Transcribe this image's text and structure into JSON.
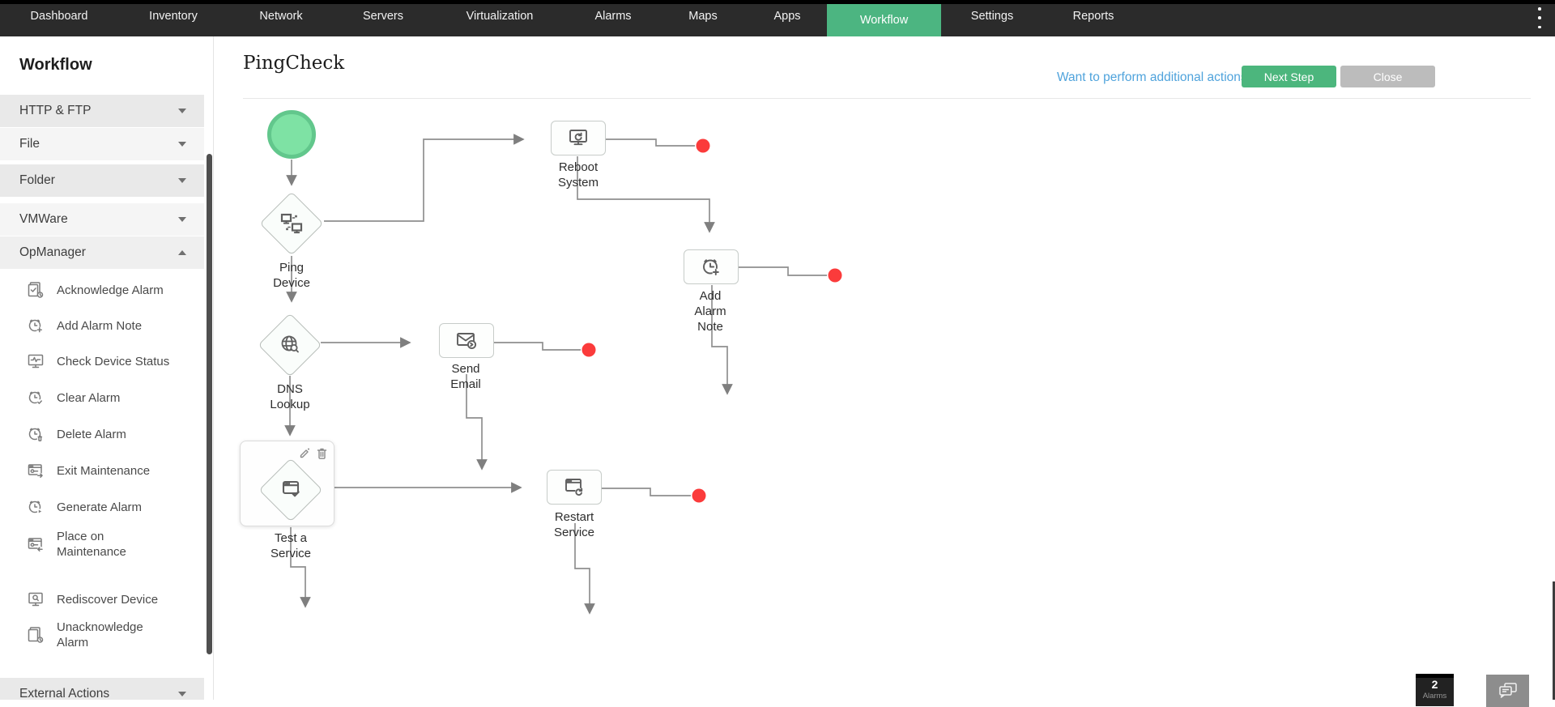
{
  "nav": {
    "items": [
      {
        "label": "Dashboard"
      },
      {
        "label": "Inventory"
      },
      {
        "label": "Network"
      },
      {
        "label": "Servers"
      },
      {
        "label": "Virtualization"
      },
      {
        "label": "Alarms"
      },
      {
        "label": "Maps"
      },
      {
        "label": "Apps"
      },
      {
        "label": "Workflow",
        "active": true
      },
      {
        "label": "Settings"
      },
      {
        "label": "Reports"
      }
    ],
    "overflow_icon": "kebab-menu-icon",
    "colors": {
      "bar": "#2b2b2b",
      "active_bg": "#4cb581"
    }
  },
  "sidebar": {
    "title": "Workflow",
    "accordions": [
      {
        "label": "HTTP & FTP",
        "state": "collapsed"
      },
      {
        "label": "File",
        "state": "collapsed"
      },
      {
        "label": "Folder",
        "state": "collapsed"
      },
      {
        "label": "VMWare",
        "state": "collapsed"
      },
      {
        "label": "OpManager",
        "state": "expanded"
      },
      {
        "label": "External Actions",
        "state": "collapsed"
      }
    ],
    "opmanager_items": [
      {
        "label": "Acknowledge Alarm",
        "icon": "acknowledge-alarm-icon"
      },
      {
        "label": "Add Alarm Note",
        "icon": "add-alarm-note-icon"
      },
      {
        "label": "Check Device Status",
        "icon": "check-device-status-icon"
      },
      {
        "label": "Clear Alarm",
        "icon": "clear-alarm-icon"
      },
      {
        "label": "Delete Alarm",
        "icon": "delete-alarm-icon"
      },
      {
        "label": "Exit Maintenance",
        "icon": "exit-maintenance-icon"
      },
      {
        "label": "Generate Alarm",
        "icon": "generate-alarm-icon"
      },
      {
        "label": "Place on Maintenance",
        "icon": "place-on-maintenance-icon"
      },
      {
        "label": "Rediscover Device",
        "icon": "rediscover-device-icon"
      },
      {
        "label": "Unacknowledge Alarm",
        "icon": "unacknowledge-alarm-icon"
      }
    ]
  },
  "header": {
    "title": "PingCheck",
    "link": "Want to perform additional actions?",
    "next_step_label": "Next Step",
    "close_label": "Close"
  },
  "workflow": {
    "nodes": [
      {
        "id": "start",
        "type": "start-node",
        "label": ""
      },
      {
        "id": "ping-device",
        "type": "check",
        "label": "Ping Device",
        "icon": "ping-device-icon"
      },
      {
        "id": "dns-lookup",
        "type": "check",
        "label": "DNS Lookup",
        "icon": "dns-lookup-icon"
      },
      {
        "id": "test-a-service",
        "type": "check",
        "label": "Test a Service",
        "icon": "test-service-icon",
        "selected": true
      },
      {
        "id": "reboot-system",
        "type": "action",
        "label": "Reboot System",
        "icon": "reboot-system-icon"
      },
      {
        "id": "send-email",
        "type": "action",
        "label": "Send Email",
        "icon": "send-email-icon"
      },
      {
        "id": "add-alarm-note",
        "type": "action",
        "label": "Add Alarm Note",
        "icon": "add-alarm-note-icon"
      },
      {
        "id": "restart-service",
        "type": "action",
        "label": "Restart Service",
        "icon": "restart-service-icon"
      }
    ],
    "colors": {
      "wire": "#8f8f8f",
      "endpoint_red": "#fb3b3b",
      "start_green": "#62c78c"
    }
  },
  "footer": {
    "alarm_count": "2",
    "alarm_label": "Alarms",
    "chat_icon": "conversations-icon"
  }
}
